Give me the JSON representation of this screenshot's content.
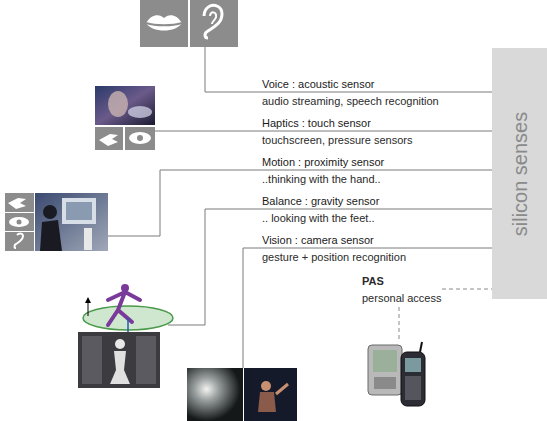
{
  "diagram": {
    "nodes": [
      {
        "text": [
          "silicon senses"
        ]
      }
    ],
    "labels": [
      "Voice : acoustic sensor",
      "audio streaming, speech recognition",
      "Haptics : touch sensor",
      "touchscreen, pressure sensors",
      "Motion : proximity sensor",
      "..thinking with the hand..",
      "Balance : gravity sensor",
      ".. looking with the feet..",
      "Vision : camera sensor",
      "gesture + position recognition",
      "PAS",
      "personal access"
    ]
  }
}
